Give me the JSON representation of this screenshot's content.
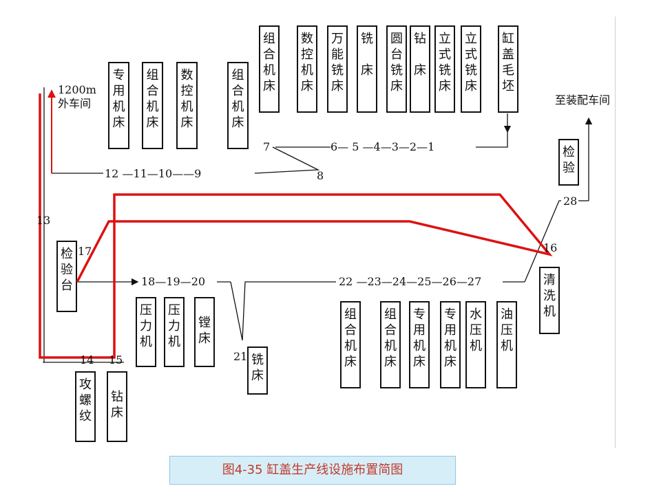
{
  "caption": "图4-35 缸盖生产线设施布置简图",
  "machines_top": [
    {
      "id": "m-zhuanyong-1",
      "text": "专\n用\n机\n床"
    },
    {
      "id": "m-zuhe-1",
      "text": "组\n合\n机\n床"
    },
    {
      "id": "m-shukong-1",
      "text": "数\n控\n机\n床"
    },
    {
      "id": "m-zuhe-2",
      "text": "组\n合\n机\n床"
    },
    {
      "id": "m-zuhe-3",
      "text": "组\n合\n机\n床"
    },
    {
      "id": "m-shukong-2",
      "text": "数\n控\n机\n床"
    },
    {
      "id": "m-wanneng",
      "text": "万\n能\n铣\n床"
    },
    {
      "id": "m-xi-1",
      "text": "铣\n\n床"
    },
    {
      "id": "m-yuantai",
      "text": "圆\n台\n铣\n床"
    },
    {
      "id": "m-zuan-1",
      "text": "钻\n\n床"
    },
    {
      "id": "m-lishi-1",
      "text": "立\n式\n铣\n床"
    },
    {
      "id": "m-lishi-2",
      "text": "立\n式\n铣\n床"
    },
    {
      "id": "m-maopi",
      "text": "缸\n盖\n毛\n坯"
    }
  ],
  "machines_other": [
    {
      "id": "m-jianyan",
      "text": "检\n验"
    },
    {
      "id": "m-jianyantai",
      "text": "检\n验\n台"
    },
    {
      "id": "m-qingxi",
      "text": "清\n洗\n机"
    },
    {
      "id": "m-yali-1",
      "text": "压\n力\n机"
    },
    {
      "id": "m-yali-2",
      "text": "压\n力\n机"
    },
    {
      "id": "m-tang",
      "text": "镗\n床"
    },
    {
      "id": "m-xi-2",
      "text": "铣\n床"
    },
    {
      "id": "m-gongluowen",
      "text": "攻\n螺\n纹"
    },
    {
      "id": "m-zuan-2",
      "text": "钻\n床"
    },
    {
      "id": "m-zuhe-4",
      "text": "组\n合\n机\n床"
    },
    {
      "id": "m-zuhe-5",
      "text": "组\n合\n机\n床"
    },
    {
      "id": "m-zhuanyong-2",
      "text": "专\n用\n机\n床"
    },
    {
      "id": "m-zhuanyong-3",
      "text": "专\n用\n机\n床"
    },
    {
      "id": "m-shuiya",
      "text": "水\n压\n机"
    },
    {
      "id": "m-youya",
      "text": "油\n压\n机"
    }
  ],
  "labels": {
    "waichejian_1": "1200m",
    "waichejian_2": "外车间",
    "zhizhuangpei": "至装配车间",
    "n13": "13",
    "n17": "17",
    "n16": "16",
    "n21": "21",
    "n28": "28",
    "n14": "14",
    "n15": "15",
    "row_top": "7",
    "row_top_right": "6— 5 —4—3—2—1",
    "row_mid": "12 —11—10——9",
    "n8": "8",
    "row_low_left": "18—19—20",
    "row_low_right": "22 —23—24—25—26—27"
  },
  "colors": {
    "flow_red": "#dd1111",
    "line_black": "#111111",
    "caption_bg": "#d6eef8",
    "caption_text": "#c0392b"
  }
}
